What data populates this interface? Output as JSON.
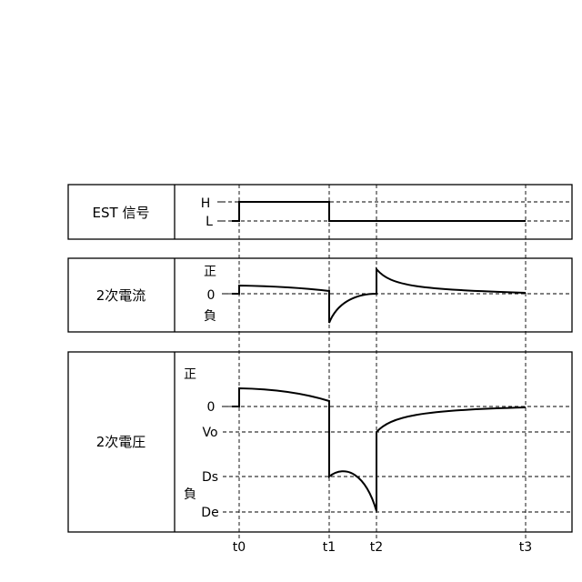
{
  "panels": {
    "est_signal": {
      "label": "EST 信号",
      "levels": {
        "high": "H",
        "low": "L"
      }
    },
    "secondary_current": {
      "label": "2次電流",
      "levels": {
        "positive": "正",
        "zero": "0",
        "negative": "負"
      }
    },
    "secondary_voltage": {
      "label": "2次電圧",
      "levels": {
        "positive": "正",
        "zero": "0",
        "vo": "Vo",
        "ds": "Ds",
        "negative": "負",
        "de": "De"
      }
    }
  },
  "time_markers": [
    "t0",
    "t1",
    "t2",
    "t3"
  ]
}
